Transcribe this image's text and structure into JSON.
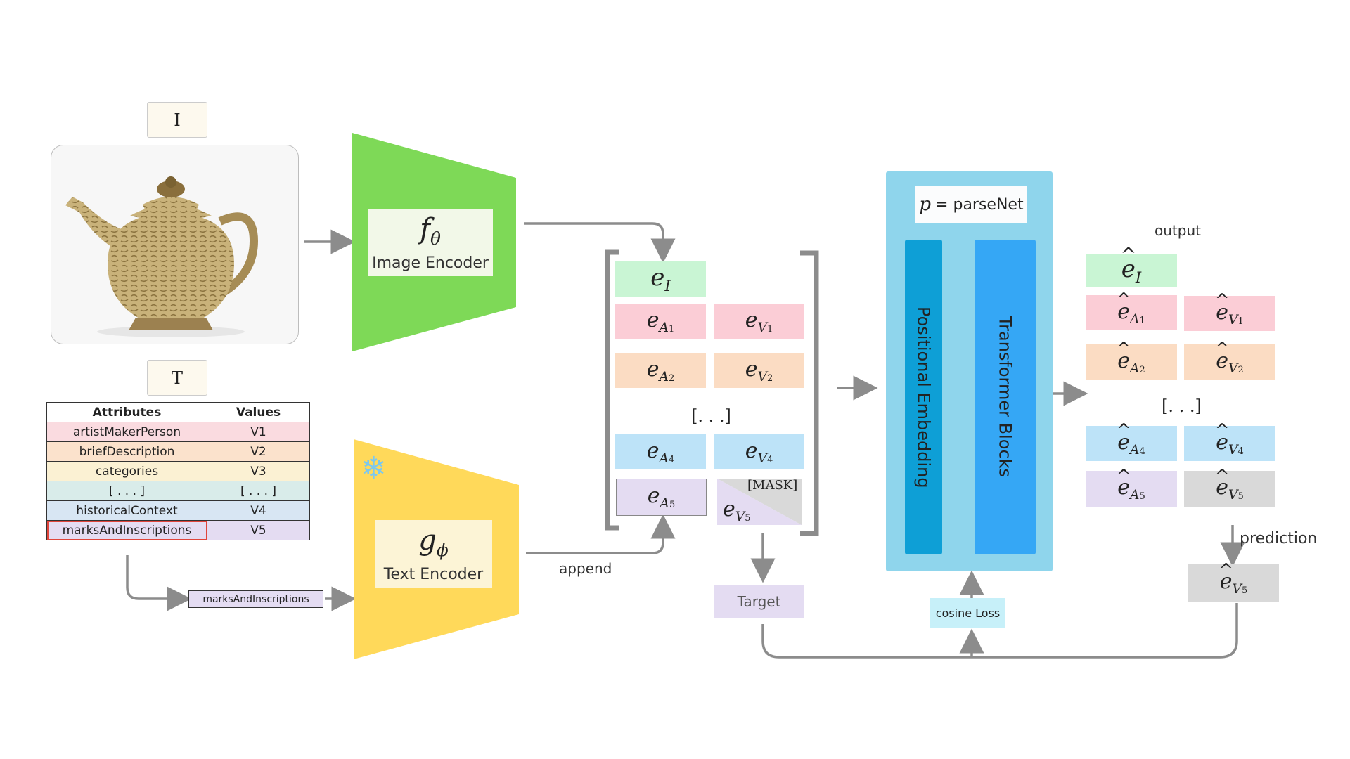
{
  "inputs": {
    "image_label": "I",
    "text_label": "T",
    "table": {
      "headers": [
        "Attributes",
        "Values"
      ],
      "rows": [
        {
          "attribute": "artistMakerPerson",
          "value": "V1"
        },
        {
          "attribute": "briefDescription",
          "value": "V2"
        },
        {
          "attribute": "categories",
          "value": "V3"
        },
        {
          "attribute": "[ . . . ]",
          "value": "[ . . . ]"
        },
        {
          "attribute": "historicalContext",
          "value": "V4"
        },
        {
          "attribute": "marksAndInscriptions",
          "value": "V5"
        }
      ]
    },
    "query_tag": "marksAndInscriptions"
  },
  "encoders": {
    "image": {
      "symbol": "f",
      "symbol_sub": "θ",
      "name": "Image Encoder",
      "color": "#7ed957"
    },
    "text": {
      "symbol": "g",
      "symbol_sub": "ϕ",
      "name": "Text Encoder",
      "color": "#ffd95a",
      "frozen_icon": "snowflake-icon"
    }
  },
  "sequence": {
    "image_token": {
      "base": "e",
      "sub": "I"
    },
    "rows": [
      {
        "a": {
          "base": "e",
          "sub": "A",
          "idx": "1"
        },
        "v": {
          "base": "e",
          "sub": "V",
          "idx": "1"
        }
      },
      {
        "a": {
          "base": "e",
          "sub": "A",
          "idx": "2"
        },
        "v": {
          "base": "e",
          "sub": "V",
          "idx": "2"
        }
      },
      {
        "a": {
          "base": "e",
          "sub": "A",
          "idx": "4"
        },
        "v": {
          "base": "e",
          "sub": "V",
          "idx": "4"
        }
      },
      {
        "a": {
          "base": "e",
          "sub": "A",
          "idx": "5"
        },
        "v": {
          "base": "e",
          "sub": "V",
          "idx": "5"
        }
      }
    ],
    "ellipsis": "[. . .]",
    "mask_label": "[MASK]",
    "append_label": "append",
    "target_label": "Target"
  },
  "model": {
    "title_symbol": "p",
    "title_text": "= parseNet",
    "positional": "Positional Embedding",
    "transformer": "Transformer Blocks",
    "loss_label": "cosine Loss"
  },
  "output": {
    "title": "output",
    "ellipsis": "[. . .]",
    "prediction_label": "prediction"
  },
  "colors": {
    "green": "#c9f5d4",
    "pink": "#fbcdd6",
    "peach": "#fbdcc3",
    "blue": "#bde3f8",
    "lavender": "#e4dcf2",
    "gray": "#d9d9d9",
    "model_bg": "#8fd5ec",
    "pos_bar": "#0e9fd6",
    "trans_bar": "#35a7f5"
  }
}
